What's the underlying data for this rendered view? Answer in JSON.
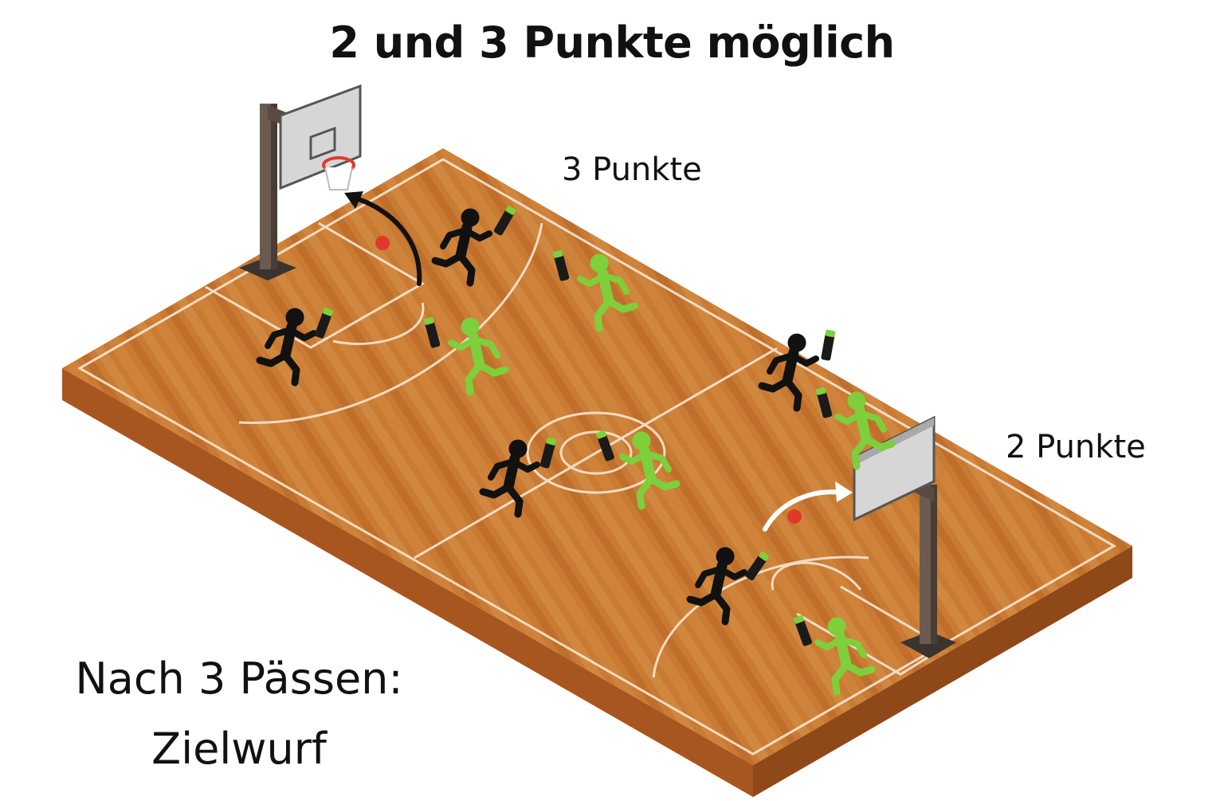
{
  "title": "2 und 3 Punkte möglich",
  "labels": {
    "three_points": "3 Punkte",
    "two_points": "2 Punkte"
  },
  "note": {
    "line1": "Nach 3 Pässen:",
    "line2": "Zielwurf"
  },
  "colors": {
    "court": "#c9772f",
    "court_side": "#a8561f",
    "lines": "#f4e6d2",
    "team_black": "#111111",
    "team_green": "#7ecf3b",
    "ball": "#e0392b",
    "hoop_ring": "#e03a2f"
  },
  "icons": [
    "basketball-hoop-icon",
    "runner-icon",
    "ball-icon",
    "arrow-icon"
  ]
}
